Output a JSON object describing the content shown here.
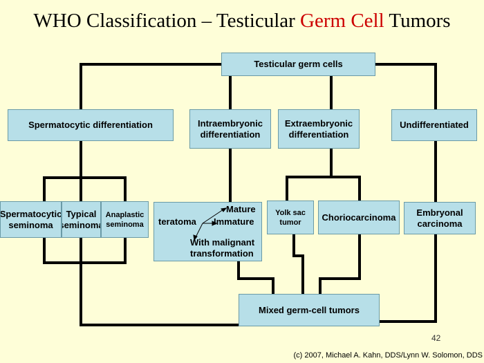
{
  "title": {
    "before": "WHO Classification – Testicular ",
    "accent": "Germ Cell",
    "after": " Tumors"
  },
  "nodes": {
    "root": "Testicular germ cells",
    "spermatocytic_differentiation": "Spermatocytic differentiation",
    "intraembryonic_differentiation": [
      "Intraembryonic",
      "differentiation"
    ],
    "extraembryonic_differentiation": [
      "Extraembryonic",
      "differentiation"
    ],
    "undifferentiated": "Undifferentiated",
    "spermatocytic_seminoma": [
      "Spermatocytic",
      "seminoma"
    ],
    "typical_seminoma": [
      "Typical",
      "seminoma"
    ],
    "anaplastic_seminoma": [
      "Anaplastic",
      "seminoma"
    ],
    "teratoma": {
      "label": "teratoma",
      "mature": "Mature",
      "immature": "Immature",
      "malignant": [
        "With malignant",
        "transformation"
      ]
    },
    "yolk_sac_tumor": [
      "Yolk sac",
      "tumor"
    ],
    "choriocarcinoma": "Choriocarcinoma",
    "embryonal_carcinoma": [
      "Embryonal",
      "carcinoma"
    ],
    "mixed": "Mixed germ-cell tumors"
  },
  "slide_number": "42",
  "copyright": "(c) 2007, Michael A. Kahn, DDS/Lynn W. Solomon, DDS",
  "colors": {
    "box_fill": "#b7dfe8",
    "line": "#000000",
    "accent": "#cc0000",
    "background": "#fefed8"
  }
}
